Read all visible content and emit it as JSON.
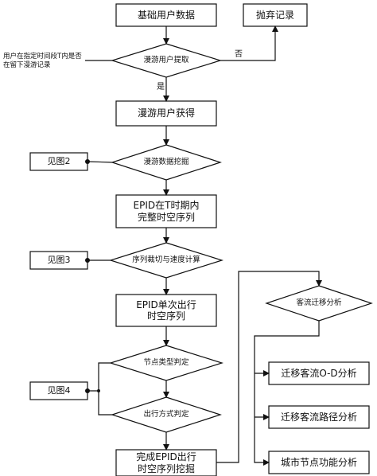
{
  "nodes": {
    "base_data": "基础用户数据",
    "discard": "抛弃记录",
    "roam_extract": "漫游用户提取",
    "note_condition": "用户在指定时间段T内是否\n在留下漫游记录",
    "no_label": "否",
    "yes_label": "是",
    "roam_obtained": "漫游用户获得",
    "roam_mining": "漫游数据挖掘",
    "see_fig2": "见图2",
    "epid_complete": "EPID在T时期内\n完整时空序列",
    "seq_cut": "序列裁切与速度计算",
    "see_fig3": "见图3",
    "epid_single": "EPID单次出行\n时空序列",
    "node_type": "节点类型判定",
    "see_fig4": "见图4",
    "travel_mode": "出行方式判定",
    "epid_done": "完成EPID出行\n时空序列挖掘",
    "flow_analysis": "客流迁移分析",
    "od_analysis": "迁移客流O-D分析",
    "path_analysis": "迁移客流路径分析",
    "node_function": "城市节点功能分析"
  }
}
